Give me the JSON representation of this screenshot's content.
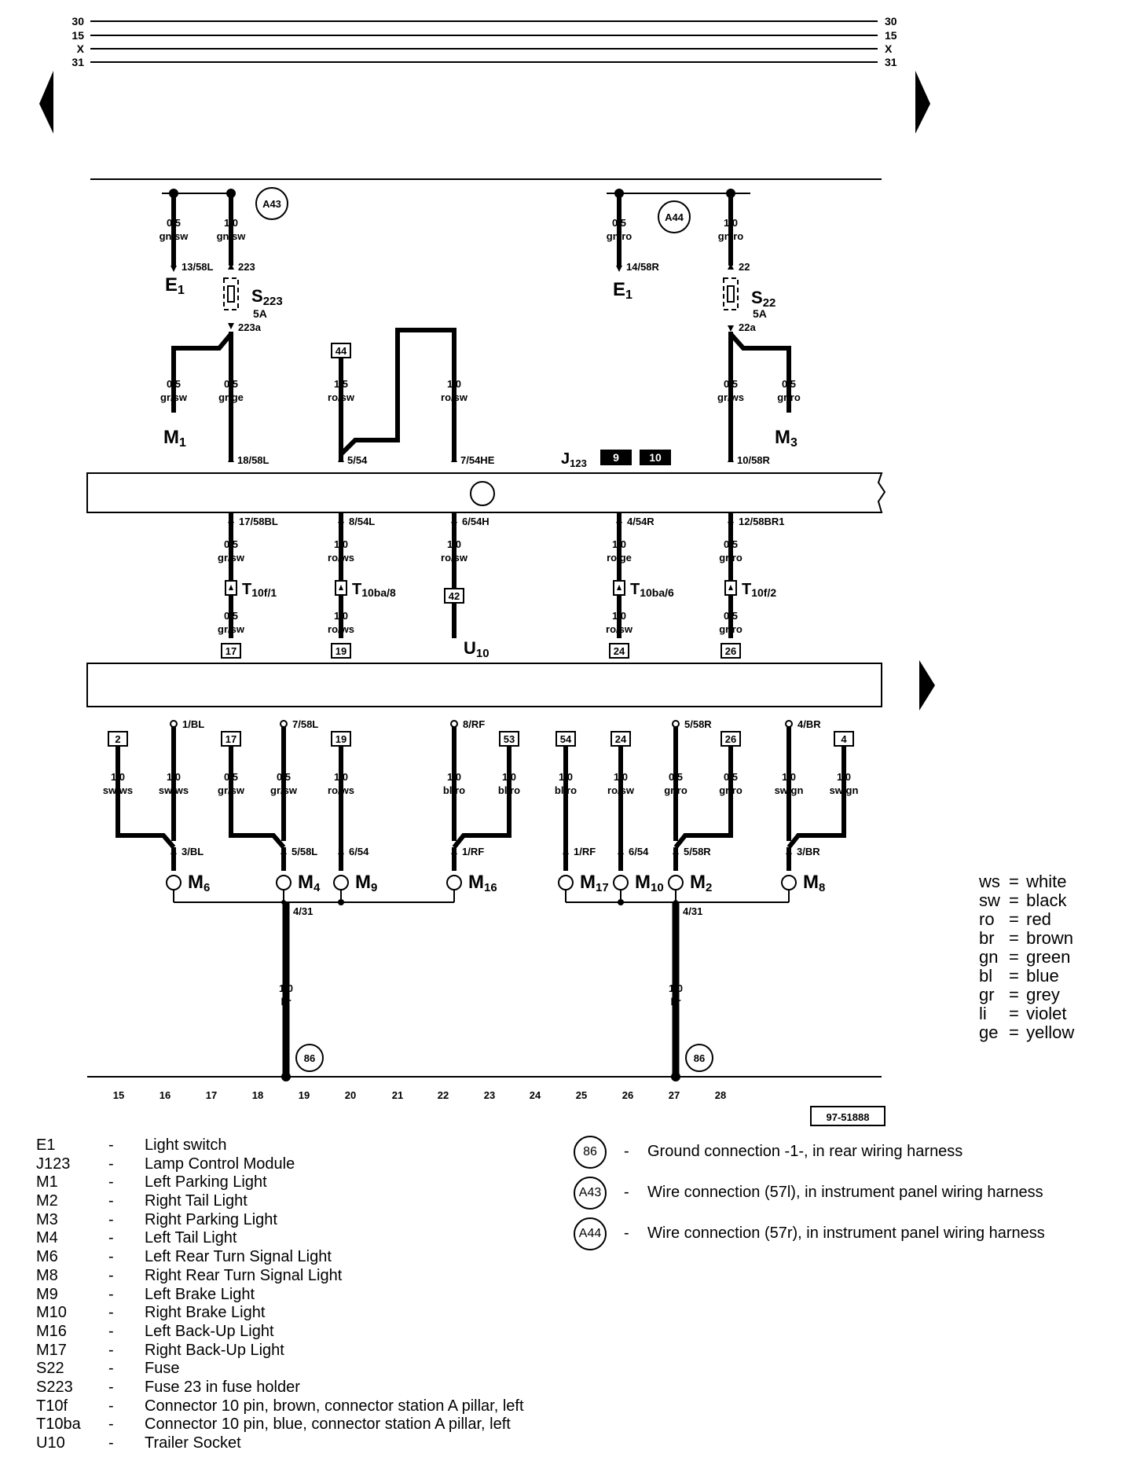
{
  "bus_labels": [
    "30",
    "15",
    "X",
    "31"
  ],
  "top_connections": {
    "a43": "A43",
    "a44": "A44"
  },
  "wires_top": [
    {
      "size": "0,5",
      "color": "gn/sw",
      "term": "13/58L"
    },
    {
      "size": "1,0",
      "color": "gn/sw",
      "term": "223"
    },
    {
      "size": "0,5",
      "color": "gn/ro",
      "term": "14/58R"
    },
    {
      "size": "1,0",
      "color": "gn/ro",
      "term": "22"
    }
  ],
  "components_top": {
    "e1_left": "E1",
    "e1_right": "E1",
    "s223": "S223",
    "s223_amp": "5A",
    "s223_out": "223a",
    "s22": "S22",
    "s22_amp": "5A",
    "s22_out": "22a",
    "m1": "M1",
    "m3": "M3"
  },
  "wires_mid": [
    {
      "size": "0,5",
      "color": "gr/sw"
    },
    {
      "size": "0,5",
      "color": "gr/ge",
      "term": "18/58L"
    },
    {
      "size": "1,5",
      "color": "ro/sw",
      "term": "5/54",
      "box": "44"
    },
    {
      "size": "1,0",
      "color": "ro/sw",
      "term": "7/54HE"
    },
    {
      "size": "0,5",
      "color": "gr/ws",
      "term": "10/58R"
    },
    {
      "size": "0,5",
      "color": "gr/ro"
    }
  ],
  "j123": {
    "label": "J123",
    "box1": "9",
    "box2": "10"
  },
  "j123_outputs": [
    {
      "term": "17/58BL",
      "size1": "0,5",
      "color1": "gr/sw",
      "conn": "T10f/1",
      "size2": "0,5",
      "color2": "gr/sw",
      "box": "17"
    },
    {
      "term": "8/54L",
      "size1": "1,0",
      "color1": "ro/ws",
      "conn": "T10ba/8",
      "size2": "1,0",
      "color2": "ro/ws",
      "box": "19"
    },
    {
      "term": "6/54H",
      "size1": "1,0",
      "color1": "ro/sw",
      "box": "42"
    },
    {
      "term": "4/54R",
      "size1": "1,0",
      "color1": "ro/ge",
      "conn": "T10ba/6",
      "size2": "1,0",
      "color2": "ro/sw",
      "box": "24"
    },
    {
      "term": "12/58BR1",
      "size1": "0,5",
      "color1": "gr/ro",
      "conn": "T10f/2",
      "size2": "0,5",
      "color2": "gr/ro",
      "box": "26"
    }
  ],
  "u10": "U10",
  "socket_terms": [
    "1/BL",
    "7/58L",
    "8/RF",
    "5/58R",
    "4/BR"
  ],
  "lower_boxes": [
    "2",
    "17",
    "19",
    "53",
    "54",
    "24",
    "26",
    "4"
  ],
  "lower_wires": [
    {
      "size": "1,0",
      "color": "sw/ws"
    },
    {
      "size": "1,0",
      "color": "sw/ws"
    },
    {
      "size": "0,5",
      "color": "gr/sw"
    },
    {
      "size": "0,5",
      "color": "gr/sw"
    },
    {
      "size": "1,0",
      "color": "ro/ws"
    },
    {
      "size": "1,0",
      "color": "bl/ro"
    },
    {
      "size": "1,0",
      "color": "bl/ro"
    },
    {
      "size": "1,0",
      "color": "bl/ro"
    },
    {
      "size": "1,0",
      "color": "ro/sw"
    },
    {
      "size": "0,5",
      "color": "gr/ro"
    },
    {
      "size": "0,5",
      "color": "gr/ro"
    },
    {
      "size": "1,0",
      "color": "sw/gn"
    },
    {
      "size": "1,0",
      "color": "sw/gn"
    }
  ],
  "lamp_terms": [
    "3/BL",
    "5/58L",
    "6/54",
    "1/RF",
    "1/RF",
    "6/54",
    "5/58R",
    "3/BR"
  ],
  "lamps": [
    "M6",
    "M4",
    "M9",
    "M16",
    "M17",
    "M10",
    "M2",
    "M8"
  ],
  "ground": {
    "term_left": "4/31",
    "term_right": "4/31",
    "size": "1,0",
    "color": "br",
    "point": "86"
  },
  "track_numbers": [
    "15",
    "16",
    "17",
    "18",
    "19",
    "20",
    "21",
    "22",
    "23",
    "24",
    "25",
    "26",
    "27",
    "28"
  ],
  "ref_code": "97-51888",
  "color_legend": [
    {
      "abbr": "ws",
      "name": "white"
    },
    {
      "abbr": "sw",
      "name": "black"
    },
    {
      "abbr": "ro",
      "name": "red"
    },
    {
      "abbr": "br",
      "name": "brown"
    },
    {
      "abbr": "gn",
      "name": "green"
    },
    {
      "abbr": "bl",
      "name": "blue"
    },
    {
      "abbr": "gr",
      "name": "grey"
    },
    {
      "abbr": "li",
      "name": "violet"
    },
    {
      "abbr": "ge",
      "name": "yellow"
    }
  ],
  "parts_legend": [
    {
      "code": "E1",
      "desc": "Light switch"
    },
    {
      "code": "J123",
      "desc": "Lamp Control Module"
    },
    {
      "code": "M1",
      "desc": "Left Parking Light"
    },
    {
      "code": "M2",
      "desc": "Right Tail Light"
    },
    {
      "code": "M3",
      "desc": "Right Parking Light"
    },
    {
      "code": "M4",
      "desc": "Left Tail Light"
    },
    {
      "code": "M6",
      "desc": "Left Rear Turn Signal Light"
    },
    {
      "code": "M8",
      "desc": "Right Rear Turn Signal Light"
    },
    {
      "code": "M9",
      "desc": "Left Brake Light"
    },
    {
      "code": "M10",
      "desc": "Right Brake Light"
    },
    {
      "code": "M16",
      "desc": "Left Back-Up Light"
    },
    {
      "code": "M17",
      "desc": "Right Back-Up Light"
    },
    {
      "code": "S22",
      "desc": "Fuse"
    },
    {
      "code": "S223",
      "desc": "Fuse 23 in fuse holder"
    },
    {
      "code": "T10f",
      "desc": "Connector 10 pin, brown, connector station A pillar, left"
    },
    {
      "code": "T10ba",
      "desc": "Connector 10 pin, blue, connector station A pillar, left"
    },
    {
      "code": "U10",
      "desc": "Trailer Socket"
    }
  ],
  "connection_legend": [
    {
      "code": "86",
      "desc": "Ground connection -1-, in rear wiring harness"
    },
    {
      "code": "A43",
      "desc": "Wire connection (57l), in instrument panel wiring harness"
    },
    {
      "code": "A44",
      "desc": "Wire connection (57r), in instrument panel wiring harness"
    }
  ]
}
